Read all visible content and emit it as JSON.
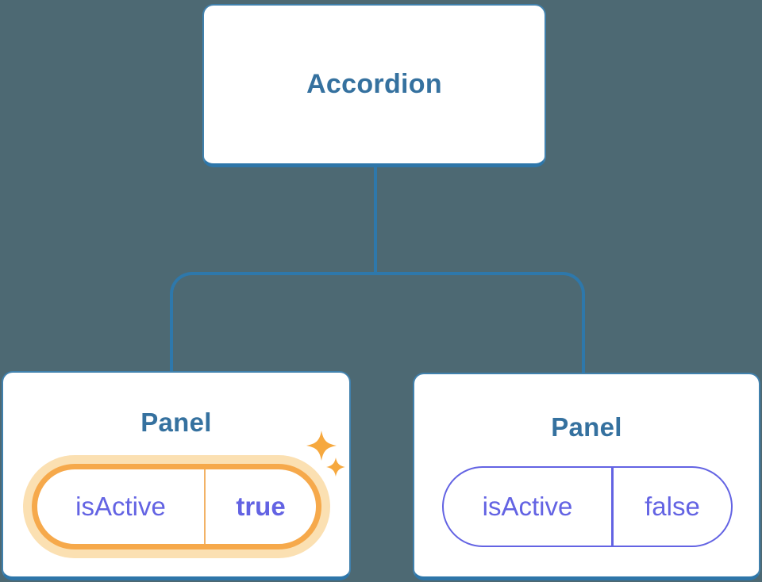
{
  "diagram": {
    "type": "component-tree",
    "root": {
      "label": "Accordion"
    },
    "children": [
      {
        "label": "Panel",
        "state": {
          "name": "isActive",
          "value": "true",
          "highlighted": true
        }
      },
      {
        "label": "Panel",
        "state": {
          "name": "isActive",
          "value": "false",
          "highlighted": false
        }
      }
    ]
  },
  "icons": {
    "sparkles": "sparkles-icon"
  },
  "colors": {
    "background": "#4d6973",
    "connector_line": "#2e78ab",
    "node_fill": "#ffffff",
    "node_border": "#4181ad",
    "node_border_bottom": "#2e76a9",
    "title_text": "#35719f",
    "state_text": "#6363e3",
    "state_border_inactive": "#6363e3",
    "highlight_ring": "#f6a94b",
    "highlight_glow": "#fbe0b2",
    "highlight_divider": "#f2b266",
    "sparkle": "#f6a83e"
  }
}
